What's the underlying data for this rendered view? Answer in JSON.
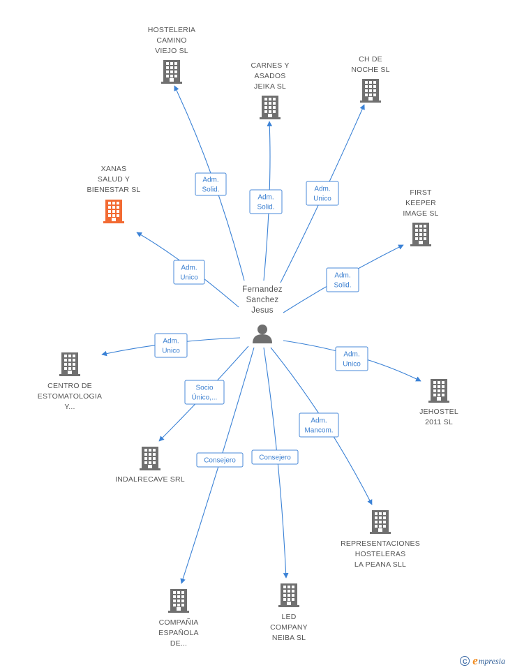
{
  "colors": {
    "edge": "#3b82d6",
    "building_default": "#707070",
    "building_highlight": "#f26a32",
    "person": "#6f6f6f",
    "label_text": "#555555",
    "edge_label_text": "#3b7fd0"
  },
  "person": {
    "name_lines": [
      "Fernandez",
      "Sanchez",
      "Jesus"
    ],
    "icon": "person-icon"
  },
  "companies": [
    {
      "id": "hosteleria",
      "lines": [
        "HOSTELERIA",
        "CAMINO",
        "VIEJO SL"
      ],
      "highlight": false,
      "icon": "building-icon"
    },
    {
      "id": "carnes",
      "lines": [
        "CARNES Y",
        "ASADOS",
        "JEIKA SL"
      ],
      "highlight": false,
      "icon": "building-icon"
    },
    {
      "id": "chdenoche",
      "lines": [
        "CH DE",
        "NOCHE SL"
      ],
      "highlight": false,
      "icon": "building-icon"
    },
    {
      "id": "xanas",
      "lines": [
        "XANAS",
        "SALUD Y",
        "BIENESTAR SL"
      ],
      "highlight": true,
      "icon": "building-icon"
    },
    {
      "id": "firstkeeper",
      "lines": [
        "FIRST",
        "KEEPER",
        "IMAGE SL"
      ],
      "highlight": false,
      "icon": "building-icon"
    },
    {
      "id": "centro",
      "lines": [
        "CENTRO DE",
        "ESTOMATOLOGIA",
        "Y..."
      ],
      "highlight": false,
      "icon": "building-icon"
    },
    {
      "id": "jehostel",
      "lines": [
        "JEHOSTEL",
        "2011 SL"
      ],
      "highlight": false,
      "icon": "building-icon"
    },
    {
      "id": "indalrecave",
      "lines": [
        "INDALRECAVE SRL"
      ],
      "highlight": false,
      "icon": "building-icon"
    },
    {
      "id": "representaciones",
      "lines": [
        "REPRESENTACIONES",
        "HOSTELERAS",
        "LA PEANA SLL"
      ],
      "highlight": false,
      "icon": "building-icon"
    },
    {
      "id": "compania",
      "lines": [
        "COMPAÑIA",
        "ESPAÑOLA",
        "DE..."
      ],
      "highlight": false,
      "icon": "building-icon"
    },
    {
      "id": "led",
      "lines": [
        "LED",
        "COMPANY",
        "NEIBA SL"
      ],
      "highlight": false,
      "icon": "building-icon"
    }
  ],
  "relations": [
    {
      "to": "hosteleria",
      "lines": [
        "Adm.",
        "Solid."
      ]
    },
    {
      "to": "carnes",
      "lines": [
        "Adm.",
        "Solid."
      ]
    },
    {
      "to": "chdenoche",
      "lines": [
        "Adm.",
        "Unico"
      ]
    },
    {
      "to": "xanas",
      "lines": [
        "Adm.",
        "Unico"
      ]
    },
    {
      "to": "firstkeeper",
      "lines": [
        "Adm.",
        "Solid."
      ]
    },
    {
      "to": "centro",
      "lines": [
        "Adm.",
        "Unico"
      ]
    },
    {
      "to": "jehostel",
      "lines": [
        "Adm.",
        "Unico"
      ]
    },
    {
      "to": "indalrecave",
      "lines": [
        "Socio",
        "Único,..."
      ]
    },
    {
      "to": "representaciones",
      "lines": [
        "Adm.",
        "Mancom."
      ]
    },
    {
      "to": "compania",
      "lines": [
        "Consejero"
      ]
    },
    {
      "to": "led",
      "lines": [
        "Consejero"
      ]
    }
  ],
  "brand": {
    "copyright": "C",
    "e": "e",
    "rest": "mpresia"
  }
}
